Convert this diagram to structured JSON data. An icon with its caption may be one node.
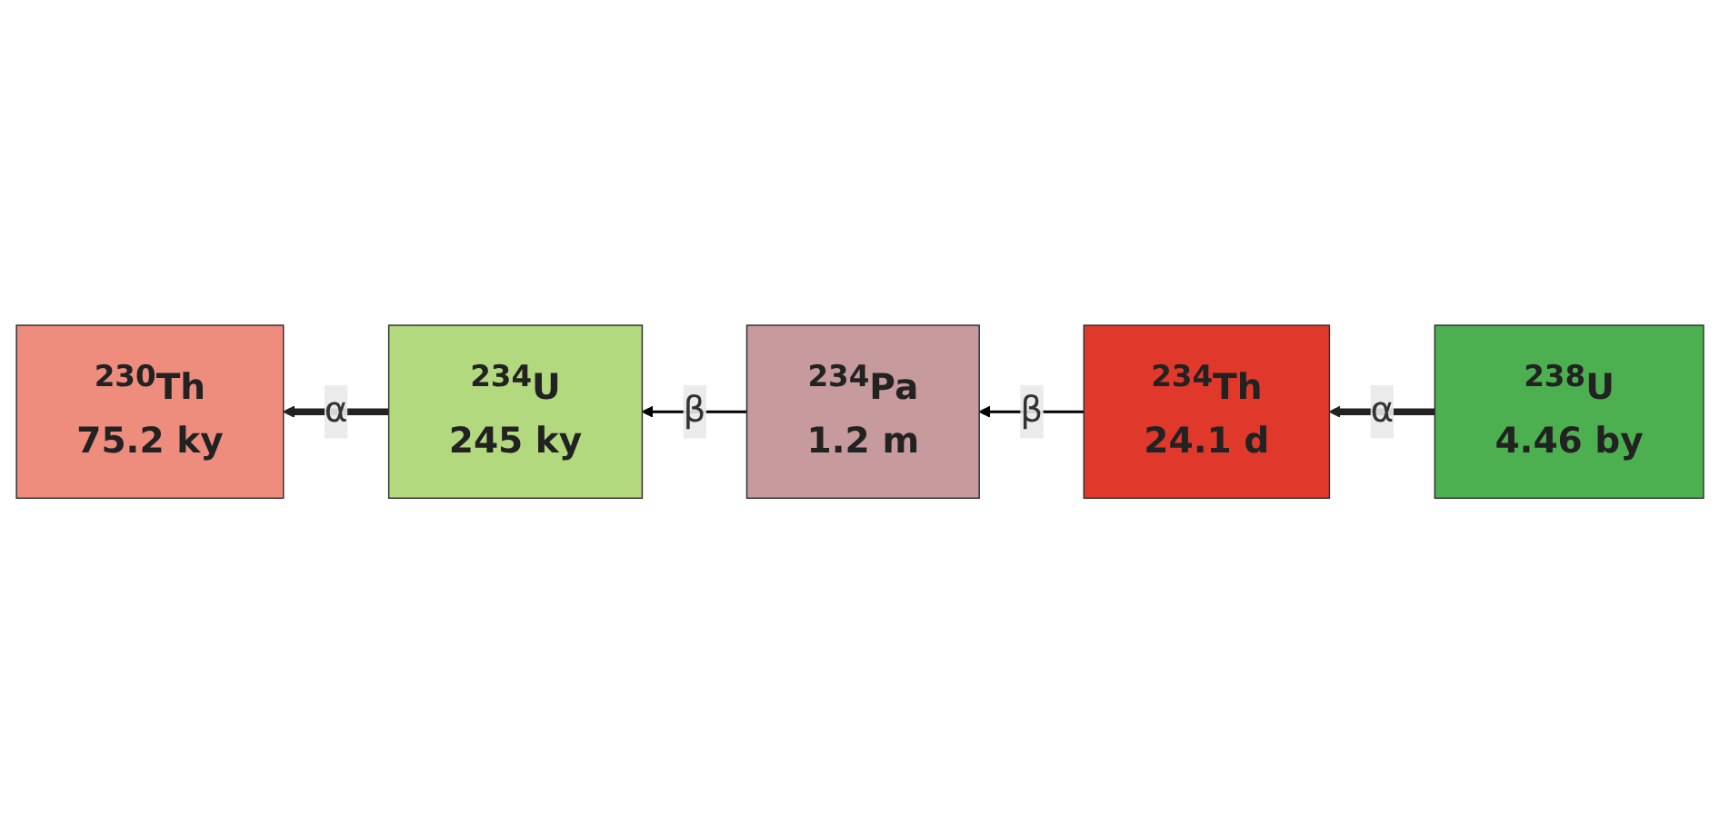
{
  "diagram": {
    "nodes": [
      {
        "text": [
          "$^{234}$U",
          "245 ky"
        ]
      },
      {
        "text": [
          "$^{238}$U",
          "4.46 by"
        ]
      },
      {
        "text": [
          "$^{234}$Pa",
          "1.2 m"
        ]
      },
      {
        "text": [
          "$^{230}$Th",
          "75.2 ky"
        ]
      },
      {
        "text": [
          "$^{234}$Th",
          "24.1 d"
        ]
      }
    ],
    "edges": [
      {
        "from": 1,
        "to": 4,
        "arrow": "to",
        "label": "α",
        "style": "thick"
      },
      {
        "from": 4,
        "to": 2,
        "arrow": "to",
        "label": "β"
      },
      {
        "from": 2,
        "to": 0,
        "arrow": "to",
        "label": "β"
      },
      {
        "from": 0,
        "to": 3,
        "arrow": "to",
        "label": "α",
        "style": "thick"
      }
    ]
  }
}
